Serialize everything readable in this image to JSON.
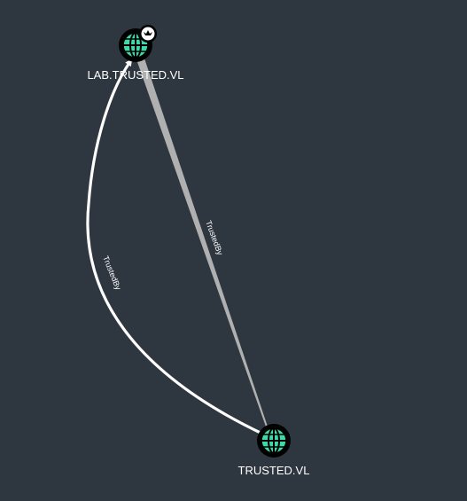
{
  "graph": {
    "background": "#2e3640",
    "node_color": "#3ed9a8",
    "edge_color_selected": "#ffffff",
    "edge_color_faded": "#b0b0b0",
    "nodes": [
      {
        "id": "lab",
        "label": "LAB.TRUSTED.VL",
        "icon": "globe-icon",
        "badge": "crown-icon"
      },
      {
        "id": "trusted",
        "label": "TRUSTED.VL",
        "icon": "globe-icon"
      }
    ],
    "edges": [
      {
        "from": "trusted",
        "to": "lab",
        "label": "TrustedBy",
        "style": "curved-bold"
      },
      {
        "from": "trusted",
        "to": "lab",
        "label": "TrustedBy",
        "style": "straight-tapered"
      }
    ]
  }
}
